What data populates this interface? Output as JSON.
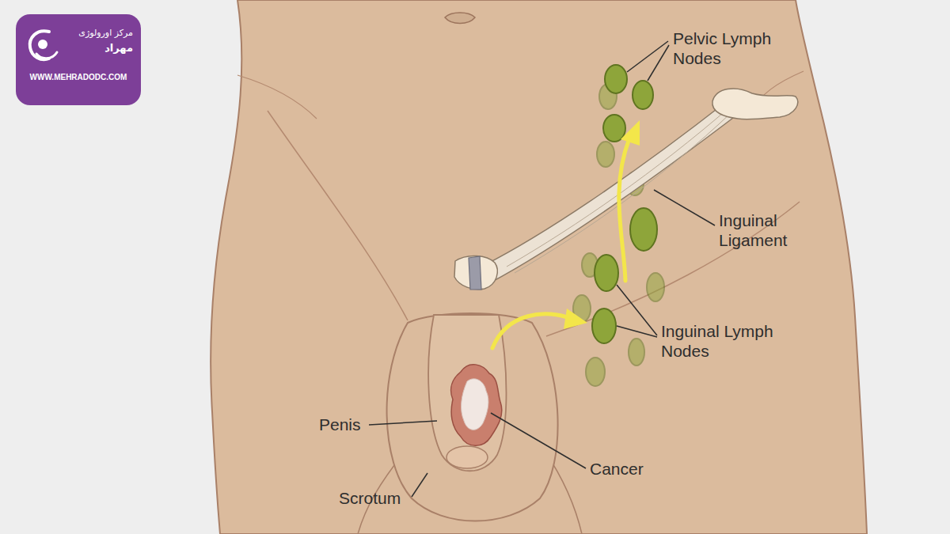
{
  "diagram": {
    "nodes": [
      {
        "text": [
          "مرکز اورولوژی",
          "مهراد",
          "WWW.MEHRADODC.COM"
        ]
      }
    ],
    "labels": [
      "Pelvic Lymph Nodes",
      "Inguinal Ligament",
      "Inguinal Lymph Nodes",
      "Penis",
      "Cancer",
      "Scrotum"
    ]
  }
}
